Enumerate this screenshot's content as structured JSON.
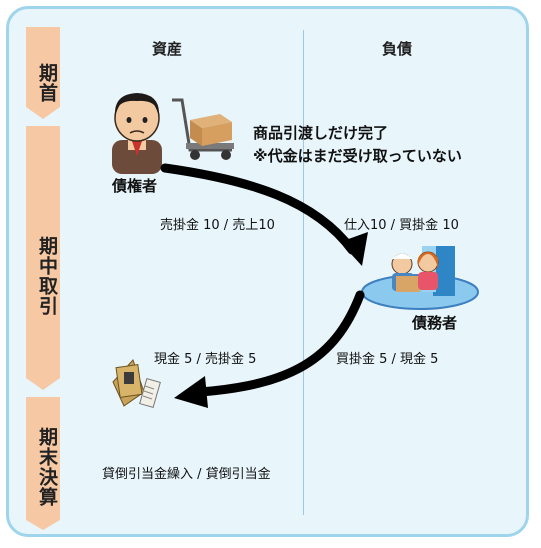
{
  "phases": [
    {
      "label": "期首"
    },
    {
      "label": "期中取引"
    },
    {
      "label": "期末決算"
    }
  ],
  "columns": {
    "assets": "資産",
    "liabilities": "負債"
  },
  "note": {
    "line1": "商品引渡しだけ完了",
    "line2": "※代金はまだ受け取っていない"
  },
  "parties": {
    "creditor": "債権者",
    "debtor": "債務者"
  },
  "entries": {
    "creditor_sale": "売掛金 10 / 売上10",
    "debtor_purchase": "仕入10 / 買掛金 10",
    "creditor_collect": "現金 5 / 売掛金 5",
    "debtor_pay": "買掛金 5 / 現金 5",
    "closing": "貸倒引当金繰入 / 貸倒引当金"
  },
  "colors": {
    "frame": "#9ed5ec",
    "background": "#e8f5fb",
    "phase": "#f7c8a4",
    "arrow": "#000000"
  },
  "icons": [
    "person-icon",
    "hand-cart-icon",
    "shop-clerks-icon",
    "cash-envelope-icon"
  ]
}
